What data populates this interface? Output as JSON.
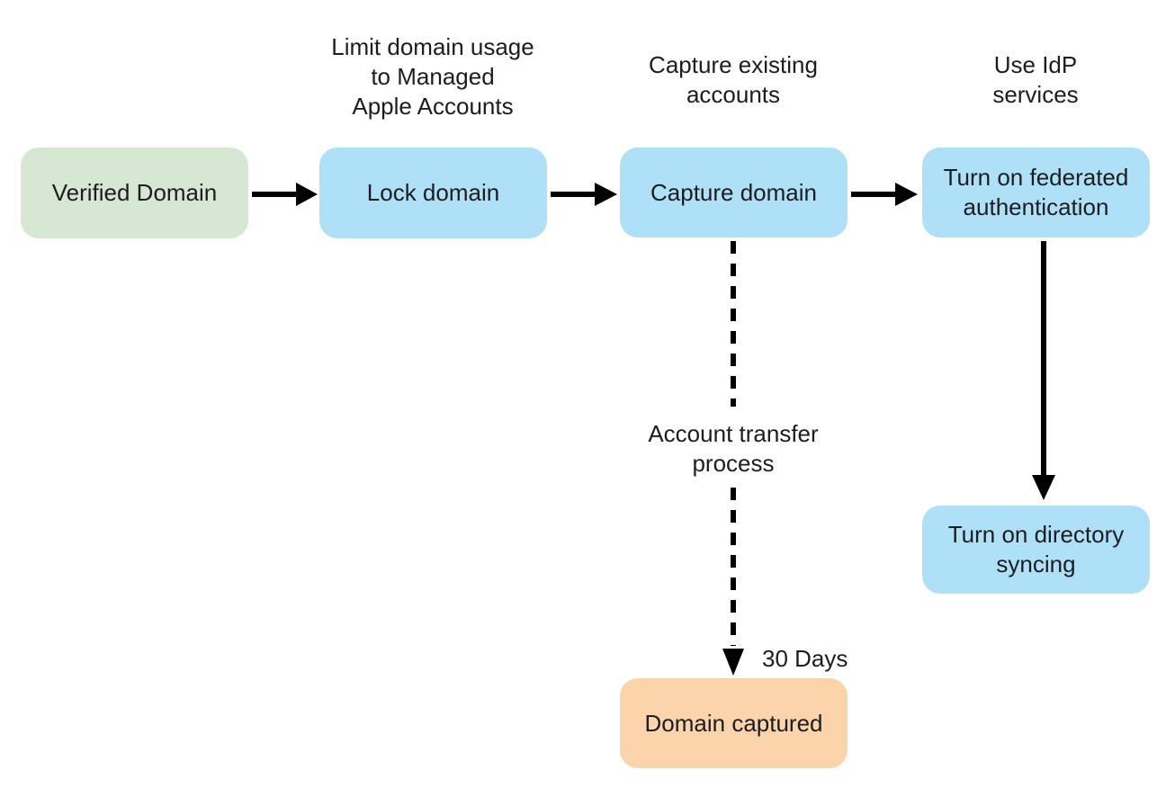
{
  "nodes": [
    {
      "id": "verified-domain",
      "label": "Verified Domain",
      "fill": "#d6e8d3"
    },
    {
      "id": "lock-domain",
      "label": "Lock domain",
      "fill": "#aee1f8"
    },
    {
      "id": "capture-domain",
      "label": "Capture domain",
      "fill": "#aee1f8"
    },
    {
      "id": "turn-on-federated-authentication",
      "label": "Turn on federated authentication",
      "fill": "#aee1f8"
    },
    {
      "id": "turn-on-directory-syncing",
      "label": "Turn on directory syncing",
      "fill": "#aee1f8"
    },
    {
      "id": "domain-captured",
      "label": "Domain captured",
      "fill": "#fbd4ab"
    }
  ],
  "annotations": [
    {
      "target": "lock-domain",
      "lines": [
        "Limit domain usage",
        "to Managed",
        "Apple Accounts"
      ]
    },
    {
      "target": "capture-domain",
      "lines": [
        "Capture existing",
        "accounts"
      ]
    },
    {
      "target": "turn-on-federated-authentication",
      "lines": [
        "Use IdP",
        "services"
      ]
    }
  ],
  "edge_labels": {
    "account_transfer": {
      "lines": [
        "Account transfer",
        "process"
      ]
    },
    "thirty_days": "30 Days"
  },
  "edges": [
    {
      "from": "verified-domain",
      "to": "lock-domain",
      "style": "solid"
    },
    {
      "from": "lock-domain",
      "to": "capture-domain",
      "style": "solid"
    },
    {
      "from": "capture-domain",
      "to": "turn-on-federated-authentication",
      "style": "solid"
    },
    {
      "from": "turn-on-federated-authentication",
      "to": "turn-on-directory-syncing",
      "style": "solid"
    },
    {
      "from": "capture-domain",
      "to": "domain-captured",
      "style": "dashed",
      "label": "Account transfer process / 30 Days"
    }
  ],
  "colors": {
    "node_green": "#d6e8d3",
    "node_blue": "#aee1f8",
    "node_orange": "#fbd4ab",
    "arrow": "#000000",
    "text": "#1d1d1f",
    "background": "#ffffff"
  }
}
